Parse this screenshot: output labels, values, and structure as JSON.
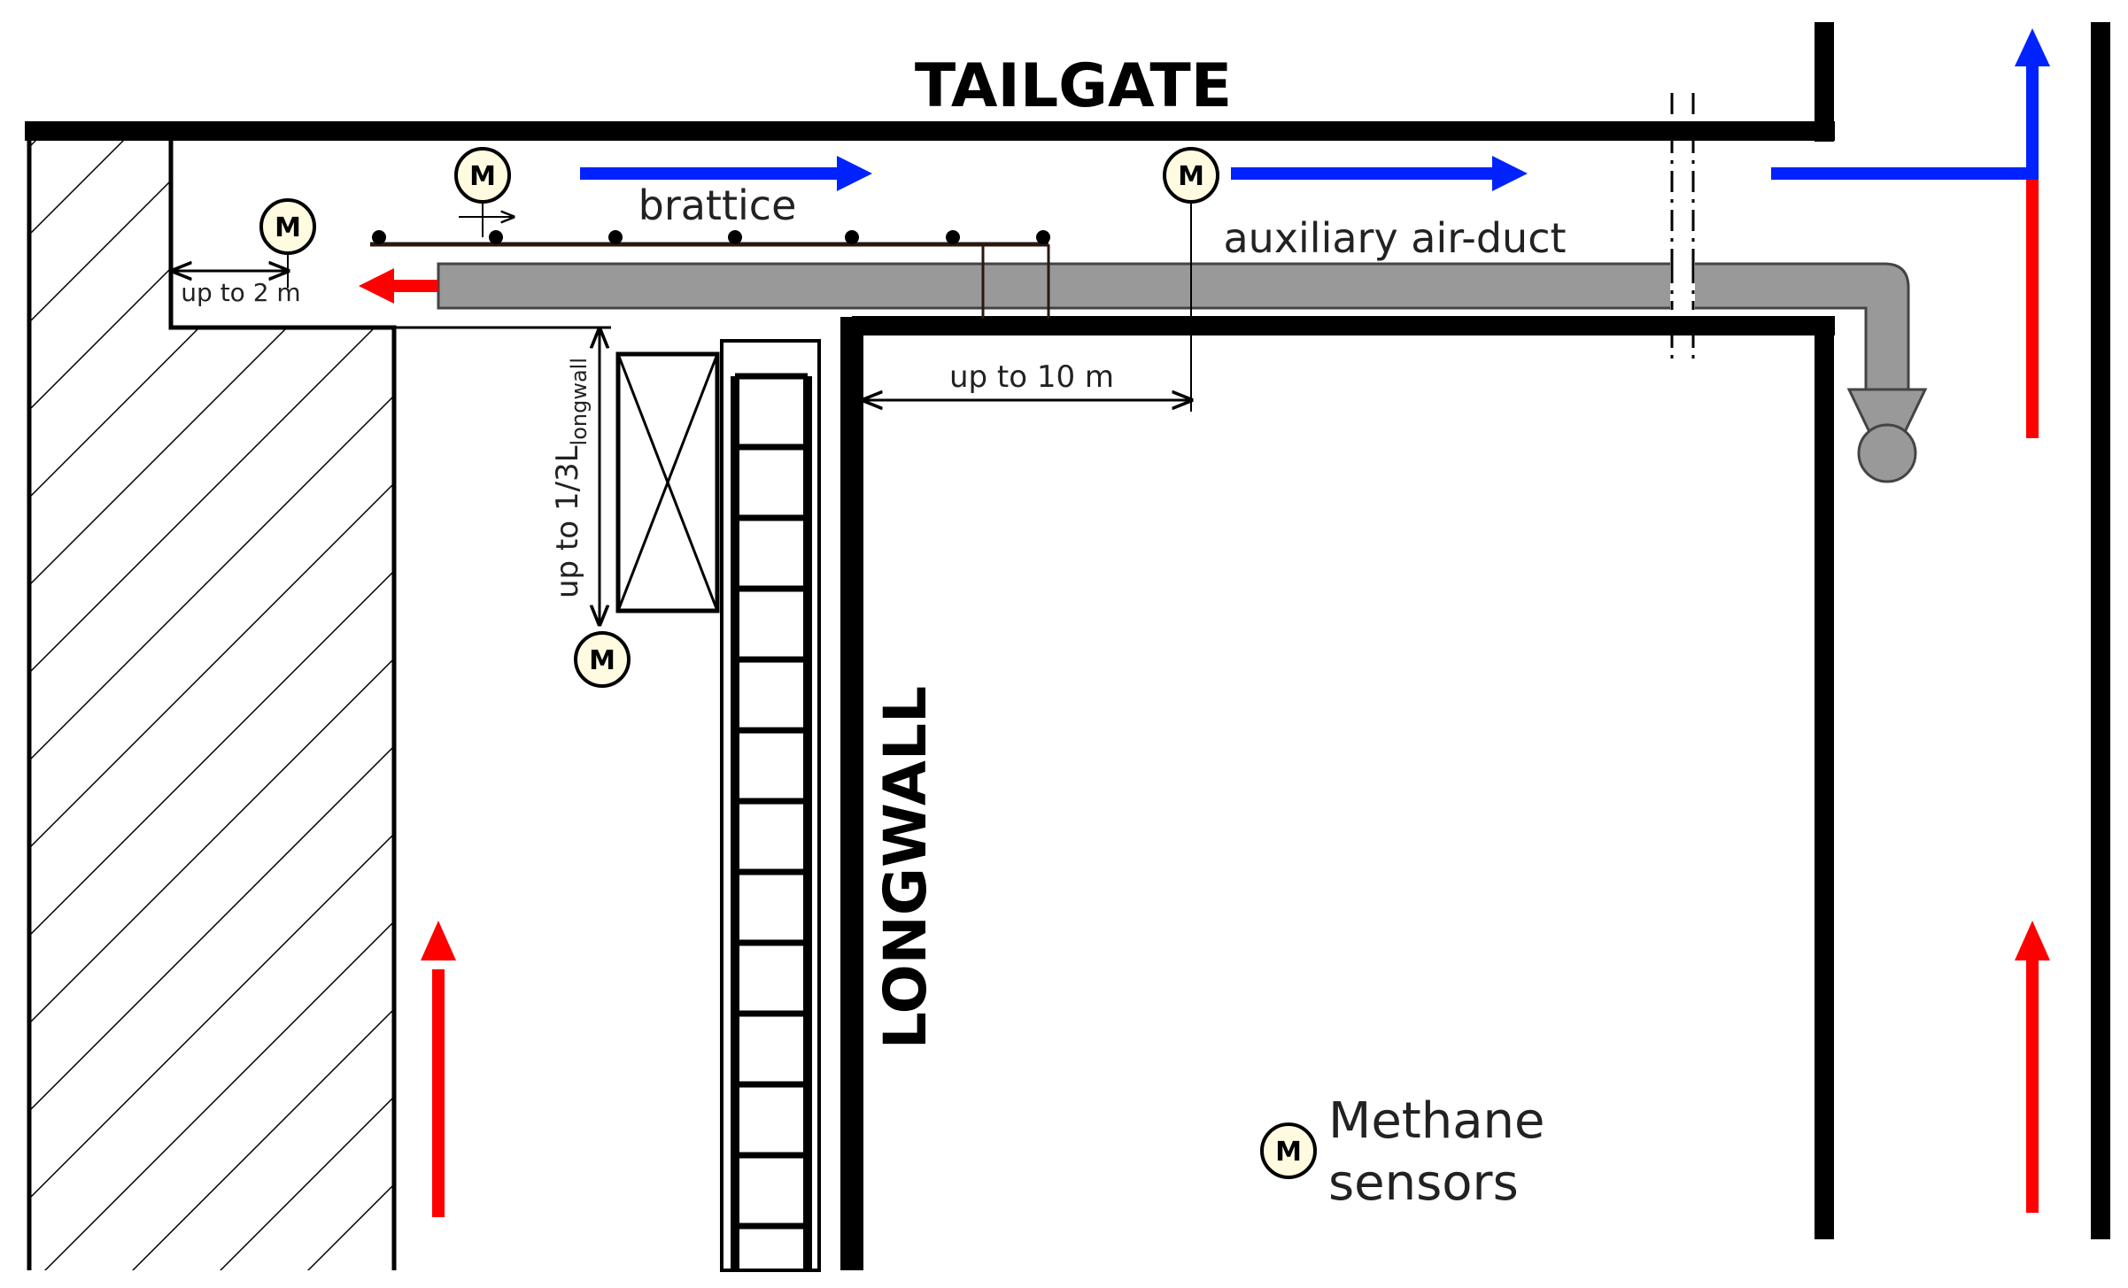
{
  "labels": {
    "tailgate": "TAILGATE",
    "longwall": "LONGWALL",
    "brattice": "brattice",
    "air_duct": "auxiliary air-duct",
    "up_to_2m": "up to 2 m",
    "up_to_10m": "up to 10 m",
    "up_to_third_prefix": "up to 1/3L",
    "up_to_third_sub": "longwall",
    "legend_line1": "Methane",
    "legend_line2": "sensors"
  },
  "sensor": {
    "symbol": "M"
  },
  "colors": {
    "intake_air": "#ff0000",
    "return_air": "#0022ff",
    "duct": "#999999",
    "wall": "#000000"
  },
  "icons": {
    "sensor": "methane-sensor-icon",
    "fan": "fan-icon",
    "shield": "shield-support-icon",
    "conveyor": "conveyor-icon"
  }
}
